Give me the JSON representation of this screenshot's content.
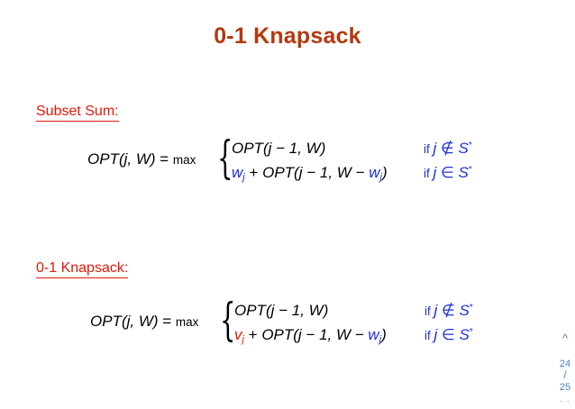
{
  "title": "0-1 Knapsack",
  "subset_sum": {
    "heading": "Subset Sum:",
    "lhs": {
      "opt": "OPT",
      "args": "(j, W)",
      "eq": " = ",
      "max": "max"
    },
    "case1": {
      "expr": "OPT(j − 1, W)",
      "cond_if": "if ",
      "cond_var": "j ∉ S",
      "cond_star": "*"
    },
    "case2": {
      "w": "w",
      "w_sub": "j",
      "plus": " + ",
      "expr_a": "OPT(j − 1, W − ",
      "w2": "w",
      "w2_sub": "j",
      "expr_b": ")",
      "cond_if": "if ",
      "cond_var": "j ∈ S",
      "cond_star": "*"
    }
  },
  "knapsack": {
    "heading": "0-1 Knapsack:",
    "lhs": {
      "opt": "OPT",
      "args": "(j, W)",
      "eq": " = ",
      "max": "max"
    },
    "case1": {
      "expr": "OPT(j − 1, W)",
      "cond_if": "if ",
      "cond_var": "j ∉ S",
      "cond_star": "*"
    },
    "case2": {
      "v": "v",
      "v_sub": "j",
      "plus": " + ",
      "expr_a": "OPT(j − 1, W − ",
      "w2": "w",
      "w2_sub": "j",
      "expr_b": ")",
      "cond_if": "if ",
      "cond_var": "j ∈ S",
      "cond_star": "*"
    }
  },
  "navigation": {
    "up": "^",
    "current": "24",
    "slash": "/",
    "total": "25",
    "dots": "· ·"
  },
  "colors": {
    "title": "#b33a0e",
    "heading": "#e4170a",
    "blue": "#1a2fd6",
    "nav": "#4d7fc4"
  }
}
